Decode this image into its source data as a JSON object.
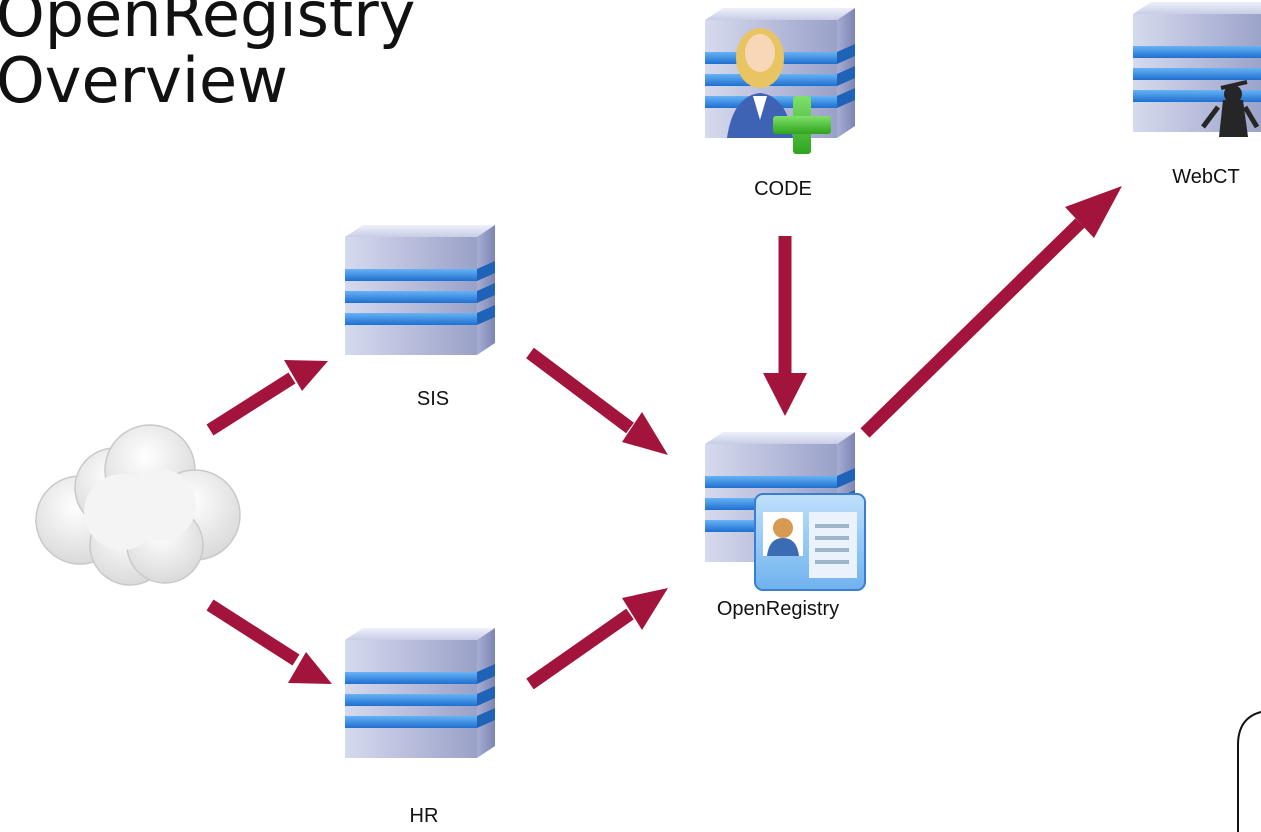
{
  "title": {
    "line1": "OpenRegistry",
    "line2": "Overview"
  },
  "nodes": {
    "code": "CODE",
    "webct": "WebCT",
    "sis": "SIS",
    "hr": "HR",
    "openregistry": "OpenRegistry"
  },
  "colors": {
    "arrow": "#a3143c",
    "server_body": "#b9bfdd",
    "server_stripe": "#2f86e0",
    "cloud": "#f2f2f2"
  },
  "icons": {
    "cloud": "cloud-icon",
    "server": "server-icon",
    "person_add": "person-add-icon",
    "id_card": "id-card-icon",
    "web": "webct-icon"
  }
}
